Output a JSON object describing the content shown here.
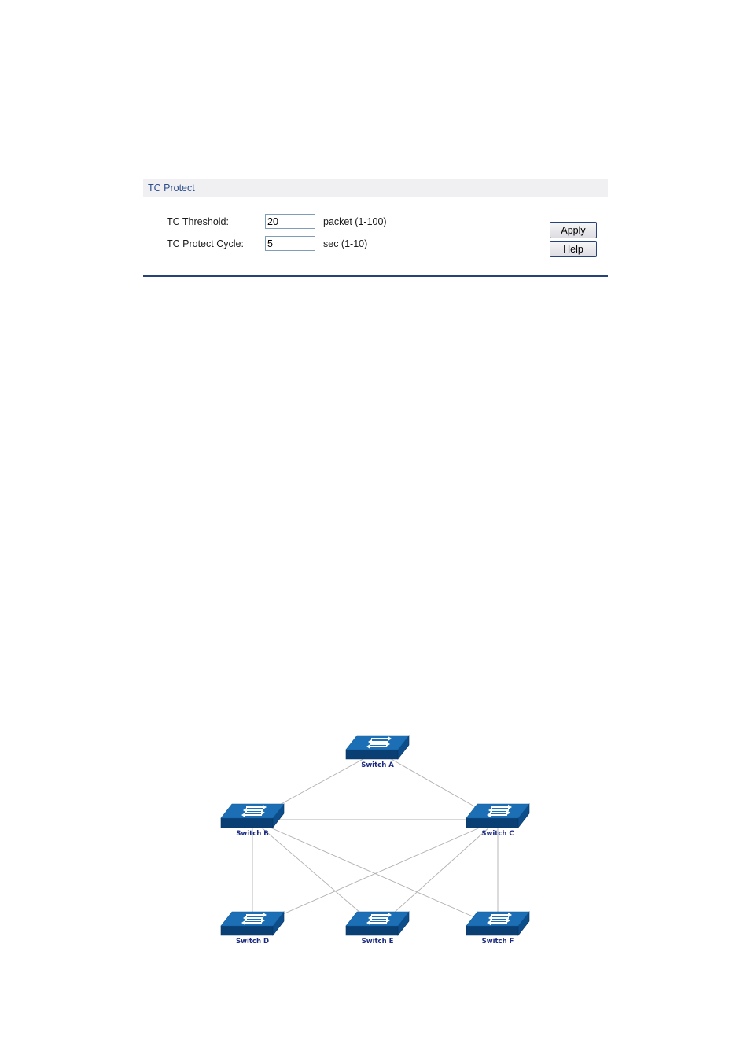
{
  "panel": {
    "title": "TC Protect",
    "threshold_label": "TC Threshold:",
    "threshold_value": "20",
    "threshold_unit": "packet (1-100)",
    "cycle_label": "TC Protect Cycle:",
    "cycle_value": "5",
    "cycle_unit": "sec (1-10)",
    "apply_label": "Apply",
    "help_label": "Help"
  },
  "topology": {
    "switches": [
      {
        "id": "A",
        "label": "Switch A"
      },
      {
        "id": "B",
        "label": "Switch B"
      },
      {
        "id": "C",
        "label": "Switch C"
      },
      {
        "id": "D",
        "label": "Switch D"
      },
      {
        "id": "E",
        "label": "Switch E"
      },
      {
        "id": "F",
        "label": "Switch F"
      }
    ],
    "links": [
      [
        "A",
        "B"
      ],
      [
        "A",
        "C"
      ],
      [
        "B",
        "C"
      ],
      [
        "B",
        "D"
      ],
      [
        "B",
        "E"
      ],
      [
        "B",
        "F"
      ],
      [
        "C",
        "D"
      ],
      [
        "C",
        "E"
      ],
      [
        "C",
        "F"
      ]
    ],
    "colors": {
      "switch_top": "#1d6fb5",
      "switch_side": "#0d4d8a",
      "switch_front": "#0a3f74",
      "link": "#b0b0b0",
      "label": "#1a2a80"
    }
  }
}
